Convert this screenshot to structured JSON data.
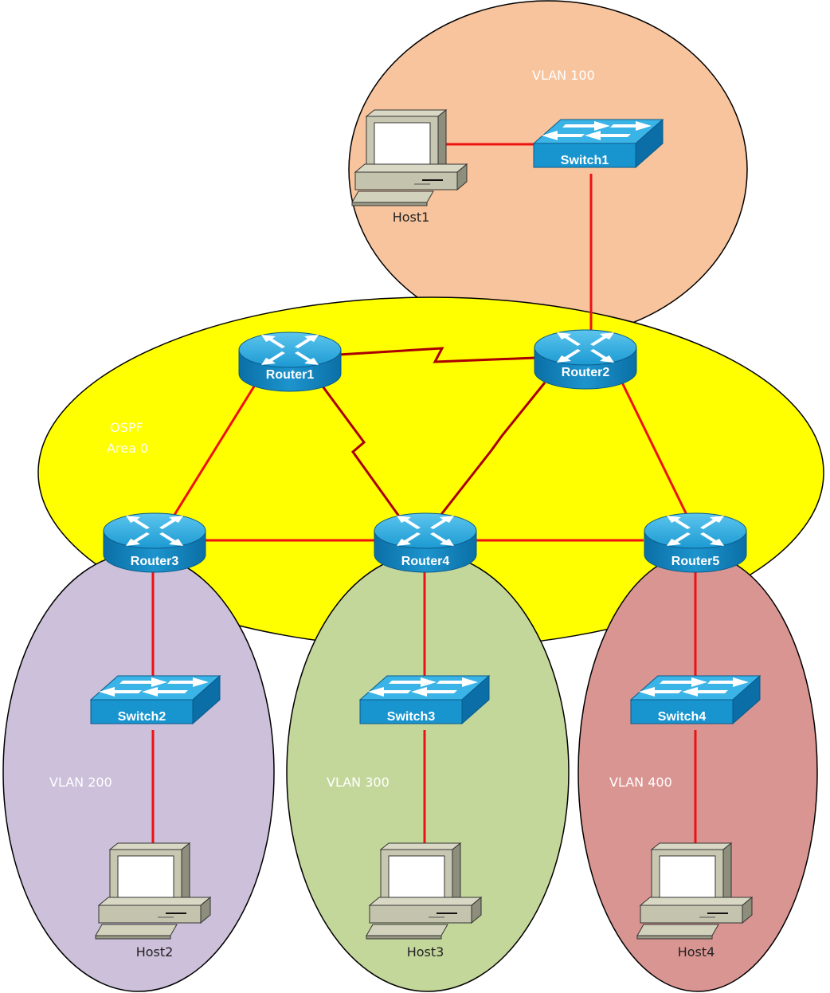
{
  "zones": {
    "vlan100": "VLAN 100",
    "ospf_line1": "OSPF",
    "ospf_line2": "Area 0",
    "vlan200": "VLAN 200",
    "vlan300": "VLAN 300",
    "vlan400": "VLAN 400"
  },
  "devices": {
    "router1": "Router1",
    "router2": "Router2",
    "router3": "Router3",
    "router4": "Router4",
    "router5": "Router5",
    "switch1": "Switch1",
    "switch2": "Switch2",
    "switch3": "Switch3",
    "switch4": "Switch4",
    "host1": "Host1",
    "host2": "Host2",
    "host3": "Host3",
    "host4": "Host4"
  },
  "colors": {
    "vlan100": "#f8c49e",
    "ospf_area": "#ffff00",
    "vlan200": "#ccc0da",
    "vlan300": "#c4d79b",
    "vlan400": "#d99592",
    "ethernet_link": "#ee1111",
    "serial_link": "#aa0000",
    "device_blue": "#1ba1dc"
  }
}
